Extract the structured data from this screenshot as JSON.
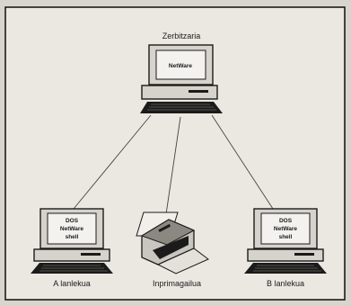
{
  "server": {
    "label": "Zerbitzaria",
    "screen": "NetWare"
  },
  "workstation_a": {
    "label": "A lanlekua",
    "screen_lines": [
      "DOS",
      "NetWare",
      "shell"
    ]
  },
  "printer": {
    "label": "Inprimagailua"
  },
  "workstation_b": {
    "label": "B lanlekua",
    "screen_lines": [
      "DOS",
      "NetWare",
      "shell"
    ]
  },
  "colors": {
    "paper": "#ebe8e2",
    "ink": "#1b1b1b",
    "scan_background": "#d9d5ce"
  }
}
